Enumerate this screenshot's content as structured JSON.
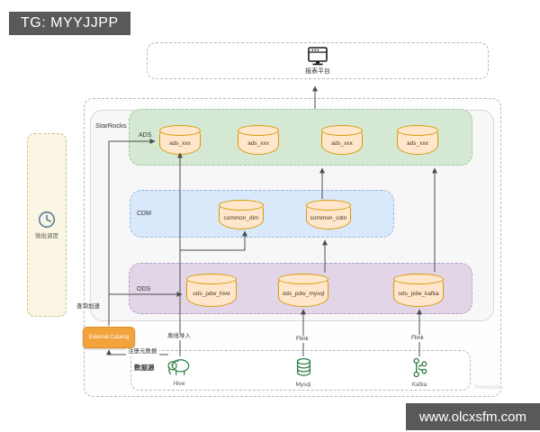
{
  "badges": {
    "top_left": "TG: MYYJJPP",
    "bottom_right": "www.olcxsfm.com"
  },
  "report_platform": {
    "label": "报表平台"
  },
  "starrocks": {
    "title": "StarRocks",
    "layers": [
      {
        "name": "ADS",
        "color": "#d5e8d4",
        "tables": [
          "ads_xxx",
          "ads_xxx",
          "ads_xxx",
          "ads_xxx"
        ]
      },
      {
        "name": "CDM",
        "color": "#dae8fc",
        "tables": [
          "common_dim",
          "common_cdm"
        ]
      },
      {
        "name": "ODS",
        "color": "#e1d5e7",
        "tables": [
          "ods_pdw_hive",
          "ods_pdw_mysql",
          "ods_pdw_kafka"
        ]
      }
    ],
    "cylinder_color": "#ffe6cc",
    "cylinder_border": "#d79b00"
  },
  "scheduler": {
    "label": "微批调度"
  },
  "external_catalog": {
    "label": "External Catalog",
    "color": "#f2a33c"
  },
  "edge_labels": {
    "query_accel": "查询加速",
    "offline_import": "离线导入",
    "register_meta": "注册元数据",
    "flink_mysql": "Flink",
    "flink_kafka": "Flink"
  },
  "datasources": {
    "title": "数据源",
    "items": [
      {
        "name": "Hive"
      },
      {
        "name": "Mysql"
      },
      {
        "name": "Kafka"
      }
    ]
  },
  "watermark": {
    "text": "ProcessOn"
  }
}
